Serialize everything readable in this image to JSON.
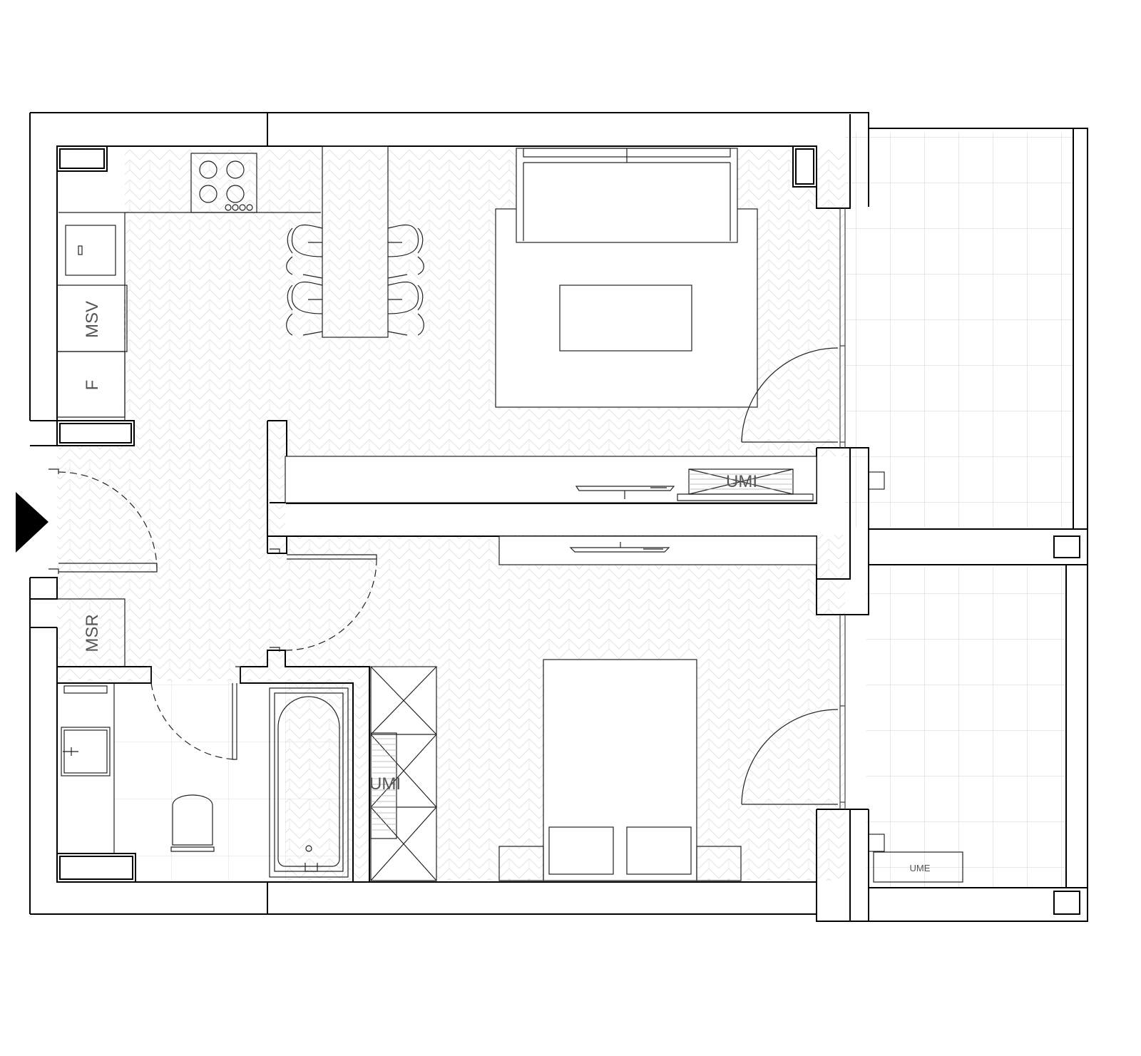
{
  "labels": {
    "msv": "MSV",
    "f": "F",
    "msr": "MSR",
    "umi_living": "UMI",
    "umi_hall": "UMI",
    "ume": "UME"
  },
  "colors": {
    "wall": "#000000",
    "line": "#222222",
    "thin": "#999999",
    "herringbone": "#dddddd",
    "tile": "#cfcfcf",
    "background": "#ffffff"
  },
  "icons": {
    "entrance": "entrance-arrow-icon"
  }
}
